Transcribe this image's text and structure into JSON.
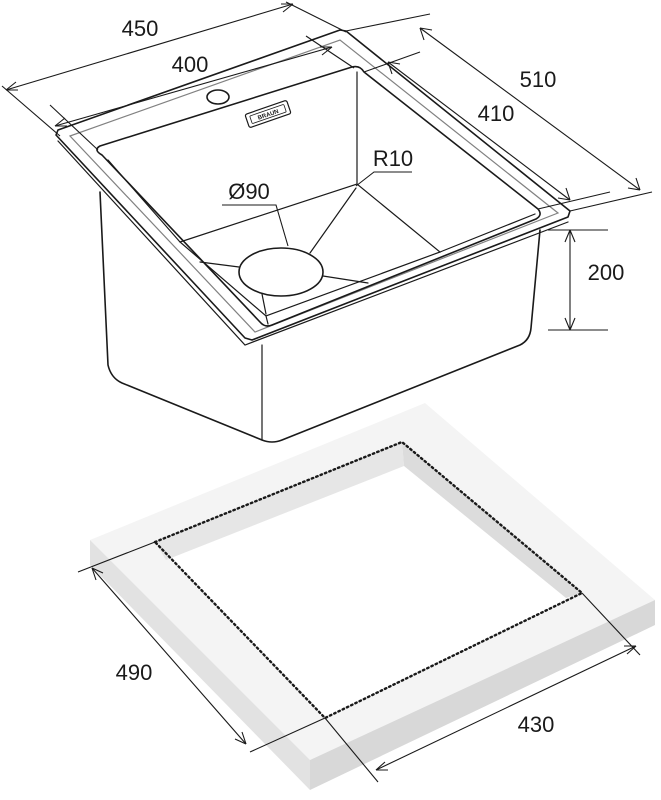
{
  "dimensions": {
    "overall_width": "450",
    "bowl_width": "400",
    "overall_depth": "510",
    "bowl_depth": "410",
    "corner_radius": "R10",
    "drain_diameter": "Ø90",
    "bowl_height": "200",
    "cutout_depth": "490",
    "cutout_width": "430"
  },
  "logo": "BRAUN",
  "colors": {
    "stroke": "#1a1a1a",
    "countertop_top": "#f4f4f4",
    "countertop_side": "#e4e4e4",
    "countertop_front": "#dadada",
    "cutout_edge": "#cfcfcf"
  }
}
